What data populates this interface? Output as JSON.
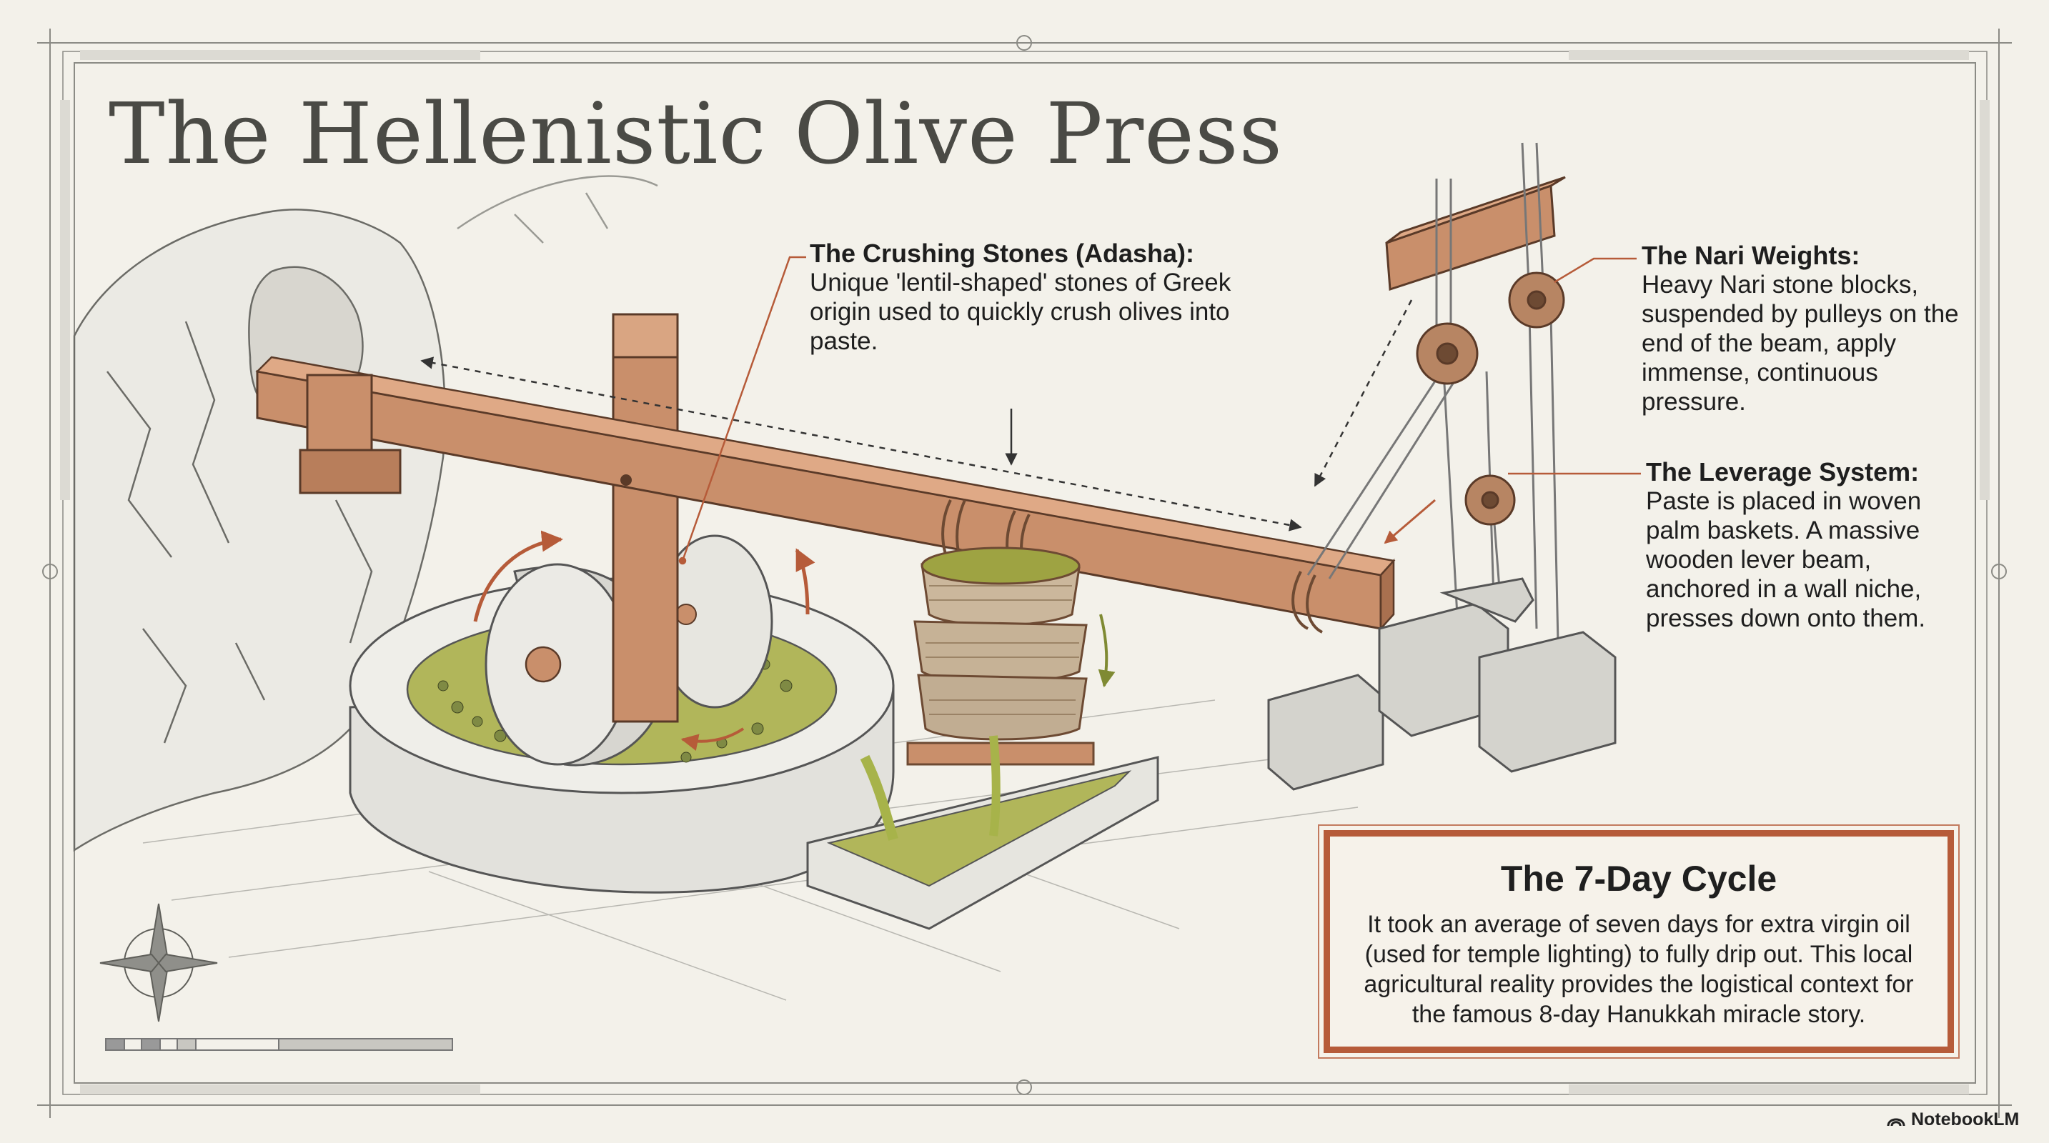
{
  "title": "The Hellenistic Olive Press",
  "callouts": {
    "crushing_stones": {
      "heading": "The Crushing Stones (Adasha):",
      "body": "Unique 'lentil-shaped' stones of Greek origin used to quickly crush olives into paste."
    },
    "nari_weights": {
      "heading": "The Nari Weights:",
      "body": "Heavy Nari stone blocks, suspended by pulleys on the end of the beam, apply immense, continuous pressure."
    },
    "leverage_system": {
      "heading": "The Leverage System:",
      "body": "Paste is placed in woven palm baskets. A massive wooden lever beam, anchored in a wall niche, presses down onto them."
    }
  },
  "seven_day_cycle": {
    "heading": "The 7-Day Cycle",
    "body": "It took an average of seven days for extra virgin oil (used for temple lighting) to fully drip out. This local agricultural reality provides the logistical context for the famous 8-day Hanukkah miracle story."
  },
  "brand": "NotebookLM",
  "colors": {
    "background": "#f3f1ea",
    "wood": "#c98f6b",
    "stone": "#e4e3de",
    "oil": "#a7b34a",
    "accent": "#b65b39",
    "ink": "#3c3c38"
  }
}
